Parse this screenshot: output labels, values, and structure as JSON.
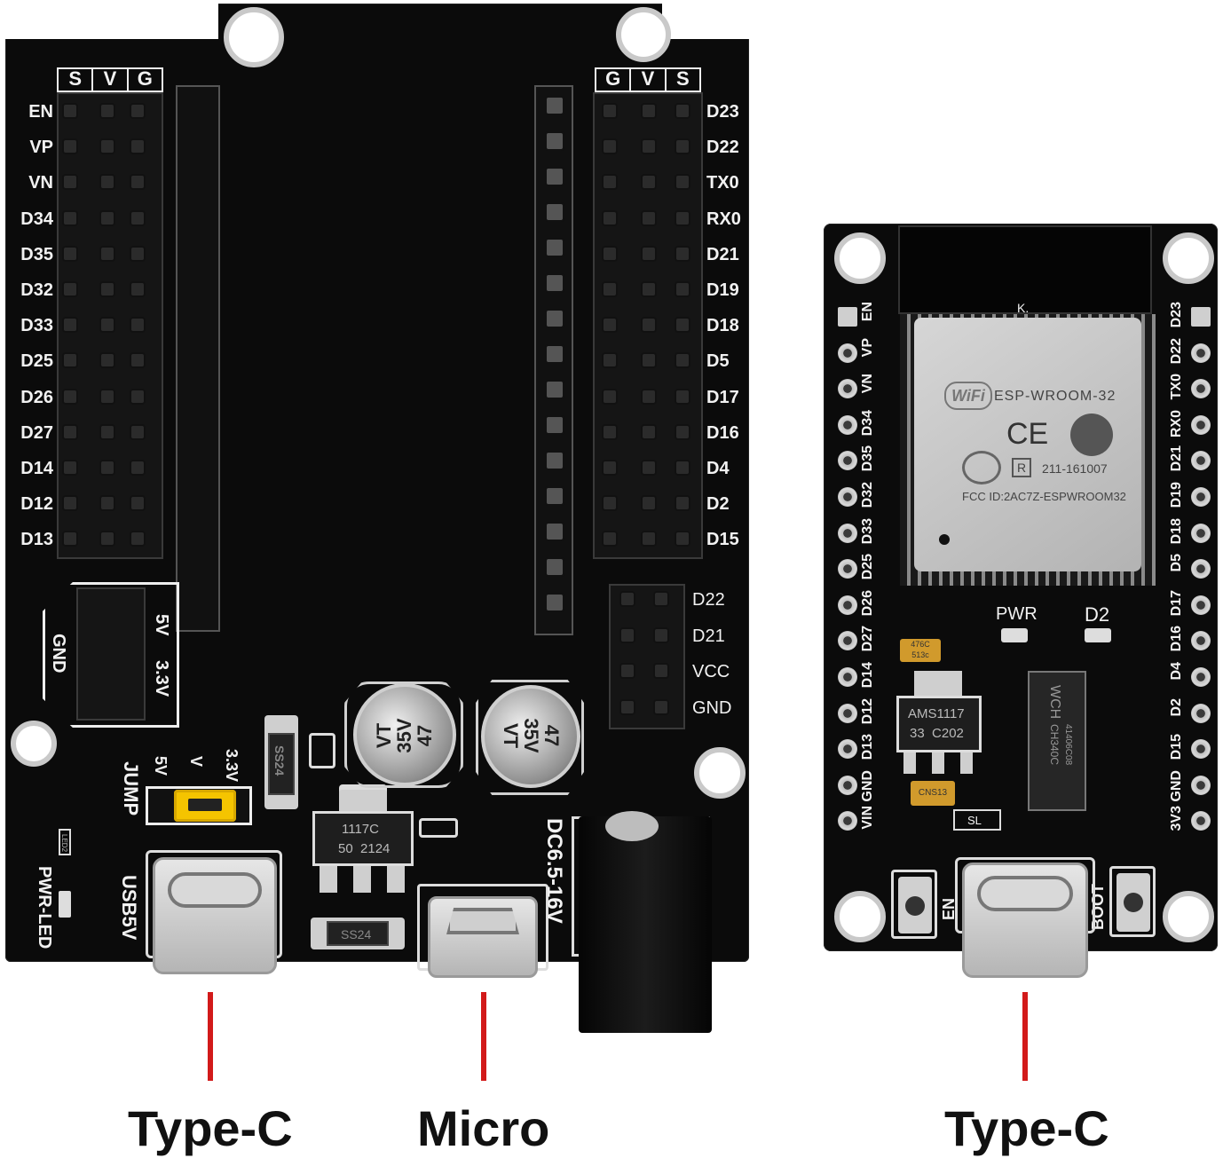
{
  "captions": {
    "left": "Type-C",
    "middle": "Micro",
    "right": "Type-C"
  },
  "expansion_board": {
    "header_top_left": [
      "S",
      "V",
      "G"
    ],
    "header_top_right": [
      "G",
      "V",
      "S"
    ],
    "left_pins": [
      "EN",
      "VP",
      "VN",
      "D34",
      "D35",
      "D32",
      "D33",
      "D25",
      "D26",
      "D27",
      "D14",
      "D12",
      "D13"
    ],
    "right_pins": [
      "D23",
      "D22",
      "TX0",
      "RX0",
      "D21",
      "D19",
      "D18",
      "D5",
      "D17",
      "D16",
      "D4",
      "D2",
      "D15"
    ],
    "i2c_pins": [
      "D22",
      "D21",
      "VCC",
      "GND"
    ],
    "power_block": {
      "gnd": "GND",
      "v5": "5V",
      "v33": "3.3V"
    },
    "jumper": {
      "label": "JUMP",
      "opt_5v": "5V",
      "opt_v": "V",
      "opt_33": "3.3V"
    },
    "usb_label": "USB5V",
    "pwr_led_label": "PWR-LED",
    "led_ref": "LED2",
    "dc_label": "DC6.5-16V",
    "cap_label": "47\n35V\nVT",
    "cap_label_a": "47",
    "cap_label_b": "35V",
    "cap_label_c": "VT",
    "diode_1": "SS24",
    "diode_2": "SS24",
    "regulator_line1": "1117C",
    "regulator_line2": "50  2124"
  },
  "esp32_board": {
    "module_name": "ESP-WROOM-32",
    "wifi_badge": "WiFi",
    "ce_mark": "CE",
    "cert_r": "R",
    "cert_number": "211-161007",
    "fcc_id": "FCC ID:2AC7Z-ESPWROOM32",
    "antenna_mark": "K.",
    "pwr_label": "PWR",
    "d2_label": "D2",
    "reg_line1": "AMS1117",
    "reg_line2": "33  C202",
    "usb_chip_line1": "CH340C",
    "usb_chip_line2": "41406C08",
    "usb_chip_brand": "WCH",
    "cap_code_1": "476C\n513c",
    "cap_code_2": "CNS13",
    "sl_label": "SL",
    "en_button": "EN",
    "boot_button": "BOOT",
    "left_pins": [
      "EN",
      "VP",
      "VN",
      "D34",
      "D35",
      "D32",
      "D33",
      "D25",
      "D26",
      "D27",
      "D14",
      "D12",
      "D13",
      "GND",
      "VIN"
    ],
    "right_pins": [
      "D23",
      "D22",
      "TX0",
      "RX0",
      "D21",
      "D19",
      "D18",
      "D5",
      "D17",
      "D16",
      "D4",
      "D2",
      "D15",
      "GND",
      "3V3"
    ]
  },
  "colors": {
    "pcb": "#0b0b0b",
    "silkscreen": "#f2f2f2",
    "jumper": "#f5c400",
    "indicator_line": "#d21a1a",
    "module_shield": "#c8c8c8"
  }
}
